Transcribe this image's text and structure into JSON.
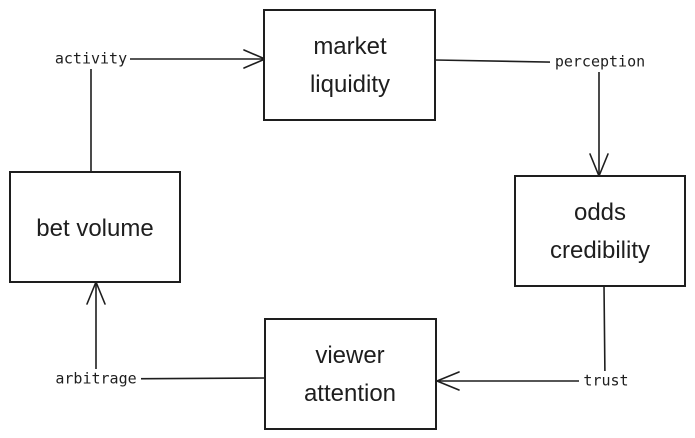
{
  "nodes": {
    "market_liquidity": {
      "line1": "market",
      "line2": "liquidity"
    },
    "odds_credibility": {
      "line1": "odds",
      "line2": "credibility"
    },
    "viewer_attention": {
      "line1": "viewer",
      "line2": "attention"
    },
    "bet_volume": {
      "line1": "bet volume"
    }
  },
  "edges": {
    "activity": "activity",
    "perception": "perception",
    "trust": "trust",
    "arbitrage": "arbitrage"
  },
  "colors": {
    "stroke": "#1e1e1e",
    "background": "#ffffff"
  }
}
